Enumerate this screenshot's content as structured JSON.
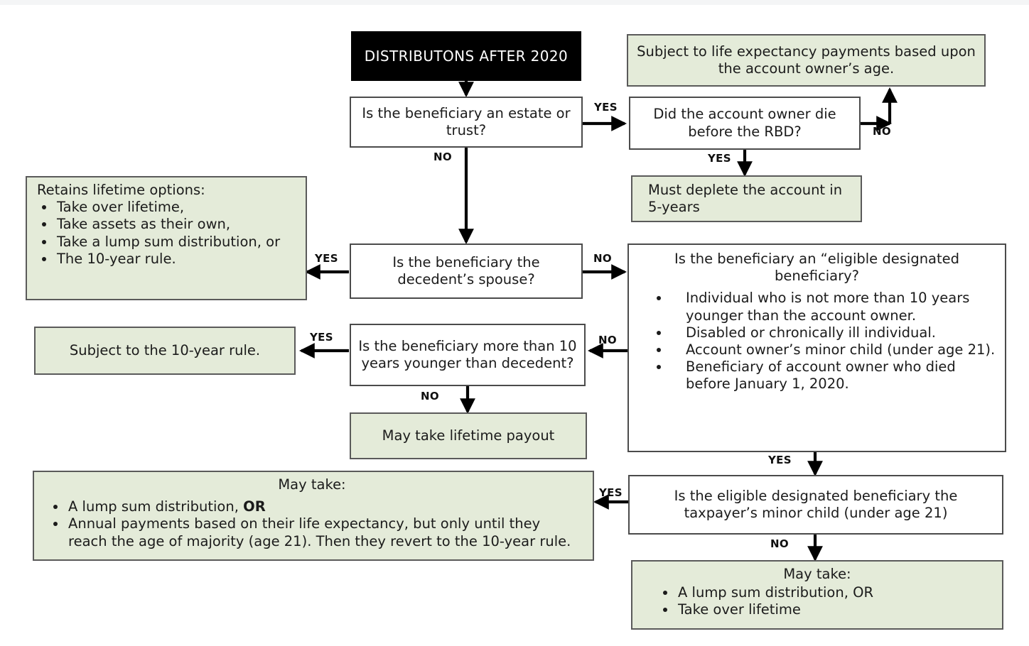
{
  "diagram": {
    "title": "DISTRIBUTONS AFTER 2020",
    "colors": {
      "outcome_fill": "#e4ebd9",
      "decision_fill": "#ffffff",
      "start_fill": "#000000",
      "border": "#4a4a4a",
      "text": "#1b1b1b",
      "page_background": "#ffffff"
    },
    "nodes": {
      "start": {
        "label": "DISTRIBUTONS AFTER 2020",
        "kind": "start"
      },
      "q_estate_trust": {
        "label": "Is the beneficiary an estate or trust?",
        "kind": "decision"
      },
      "q_rbd": {
        "label": "Did the account owner die before the RBD?",
        "kind": "decision"
      },
      "life_expectancy": {
        "label": "Subject to life expectancy payments based upon the account owner’s age.",
        "kind": "outcome"
      },
      "deplete_5yr": {
        "label": "Must deplete the account in 5-years",
        "kind": "outcome"
      },
      "q_spouse": {
        "label": "Is the beneficiary the decedent’s spouse?",
        "kind": "decision"
      },
      "retains_lifetime": {
        "heading": "Retains lifetime options:",
        "kind": "outcome",
        "bullets": [
          "Take over lifetime,",
          "Take assets as their own,",
          "Take a lump sum distribution, or",
          "The 10-year rule."
        ]
      },
      "q_eligible": {
        "heading": "Is the beneficiary an “eligible designated beneficiary?",
        "kind": "decision",
        "bullets": [
          "Individual who is not more than 10 years younger than the account owner.",
          "Disabled or chronically ill individual.",
          "Account owner’s minor child (under age 21).",
          "Beneficiary of account owner who died before January 1, 2020."
        ]
      },
      "q_ten_years_younger": {
        "label": "Is the beneficiary more than 10 years younger than decedent?",
        "kind": "decision"
      },
      "ten_year_rule": {
        "label": "Subject to the 10-year rule.",
        "kind": "outcome"
      },
      "lifetime_payout": {
        "label": "May take lifetime payout",
        "kind": "outcome"
      },
      "q_minor_child": {
        "label": "Is the eligible designated beneficiary the taxpayer’s minor child (under age 21)",
        "kind": "decision"
      },
      "may_take_minor": {
        "heading": "May take:",
        "kind": "outcome",
        "bullets_html": [
          "A lump sum distribution, <span class=\"bold\">OR</span>",
          "Annual payments based on their life expectancy, but only until they reach the age of majority (age 21). Then they revert to the 10-year rule."
        ],
        "bullets": [
          "A lump sum distribution, OR",
          "Annual payments based on their life expectancy, but only until they reach the age of majority (age 21). Then they revert to the 10-year rule."
        ]
      },
      "may_take_other": {
        "heading": "May take:",
        "kind": "outcome",
        "bullets": [
          "A lump sum distribution, OR",
          "Take over lifetime"
        ]
      }
    },
    "edges": [
      {
        "from": "start",
        "to": "q_estate_trust",
        "label": ""
      },
      {
        "from": "q_estate_trust",
        "to": "q_rbd",
        "label": "YES"
      },
      {
        "from": "q_estate_trust",
        "to": "q_spouse",
        "label": "NO"
      },
      {
        "from": "q_rbd",
        "to": "life_expectancy",
        "label": "NO"
      },
      {
        "from": "q_rbd",
        "to": "deplete_5yr",
        "label": "YES"
      },
      {
        "from": "q_spouse",
        "to": "retains_lifetime",
        "label": "YES"
      },
      {
        "from": "q_spouse",
        "to": "q_eligible",
        "label": "NO"
      },
      {
        "from": "q_eligible",
        "to": "q_ten_years_younger",
        "label": "NO"
      },
      {
        "from": "q_eligible",
        "to": "q_minor_child",
        "label": "YES"
      },
      {
        "from": "q_ten_years_younger",
        "to": "ten_year_rule",
        "label": "YES"
      },
      {
        "from": "q_ten_years_younger",
        "to": "lifetime_payout",
        "label": "NO"
      },
      {
        "from": "q_minor_child",
        "to": "may_take_minor",
        "label": "YES"
      },
      {
        "from": "q_minor_child",
        "to": "may_take_other",
        "label": "NO"
      }
    ],
    "edge_labels": {
      "estate_yes": "YES",
      "estate_no": "NO",
      "rbd_no": "NO",
      "rbd_yes": "YES",
      "spouse_yes": "YES",
      "spouse_no": "NO",
      "eligible_no": "NO",
      "eligible_yes": "YES",
      "younger_yes": "YES",
      "younger_no": "NO",
      "minor_yes": "YES",
      "minor_no": "NO"
    }
  }
}
